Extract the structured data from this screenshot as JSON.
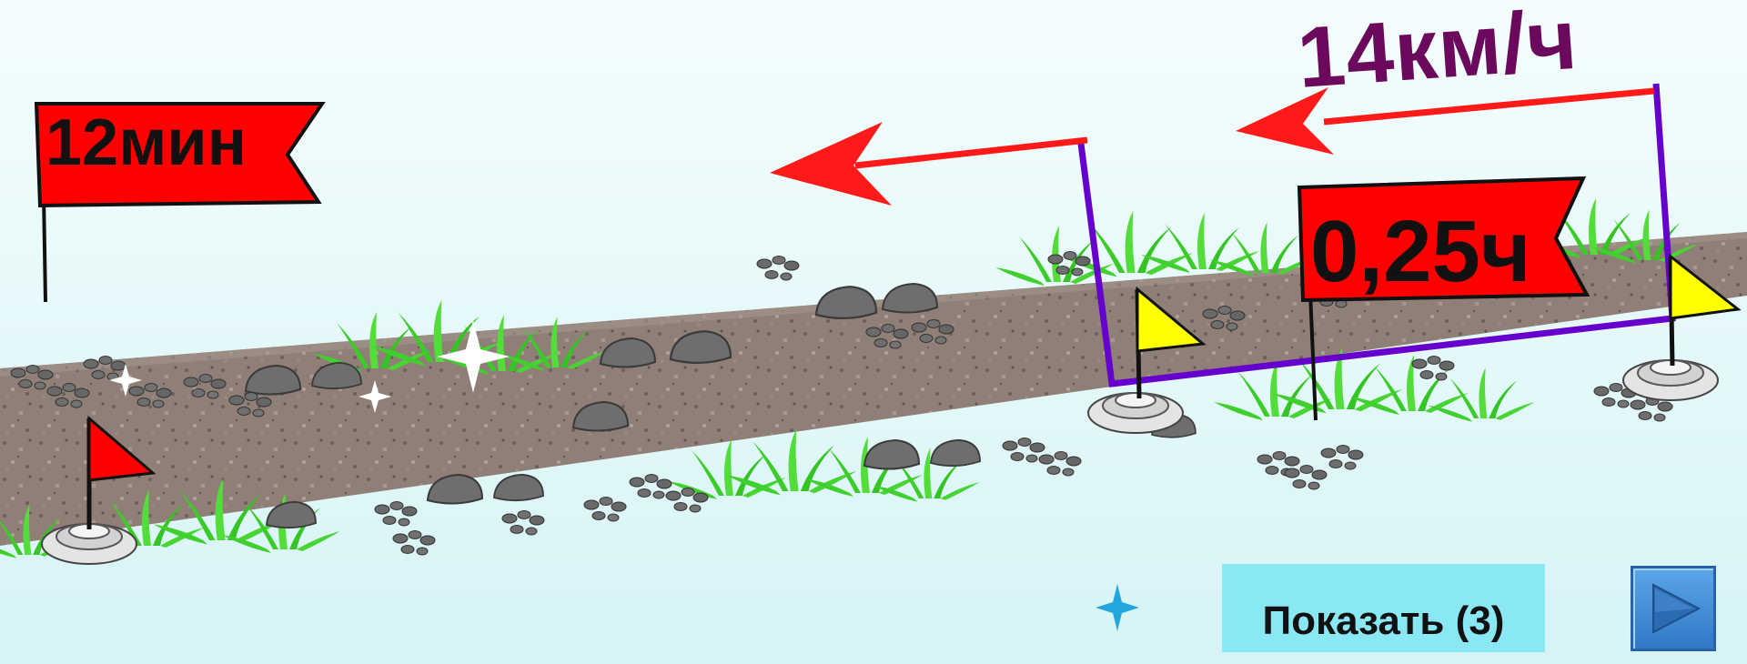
{
  "speed_label": "14км/ч",
  "start_flag": {
    "label": "12мин",
    "color": "#ff0000"
  },
  "middle_flag": {
    "label": "0,25ч",
    "color": "#ff0000"
  },
  "marker_flags": [
    "red-flag",
    "yellow-flag",
    "yellow-flag"
  ],
  "arrows": {
    "color": "#ff1a1a",
    "direction": "left"
  },
  "bracket_color": "#6600cc",
  "buttons": {
    "show_label": "Показать (3)",
    "next_icon": "play-triangle-icon"
  }
}
